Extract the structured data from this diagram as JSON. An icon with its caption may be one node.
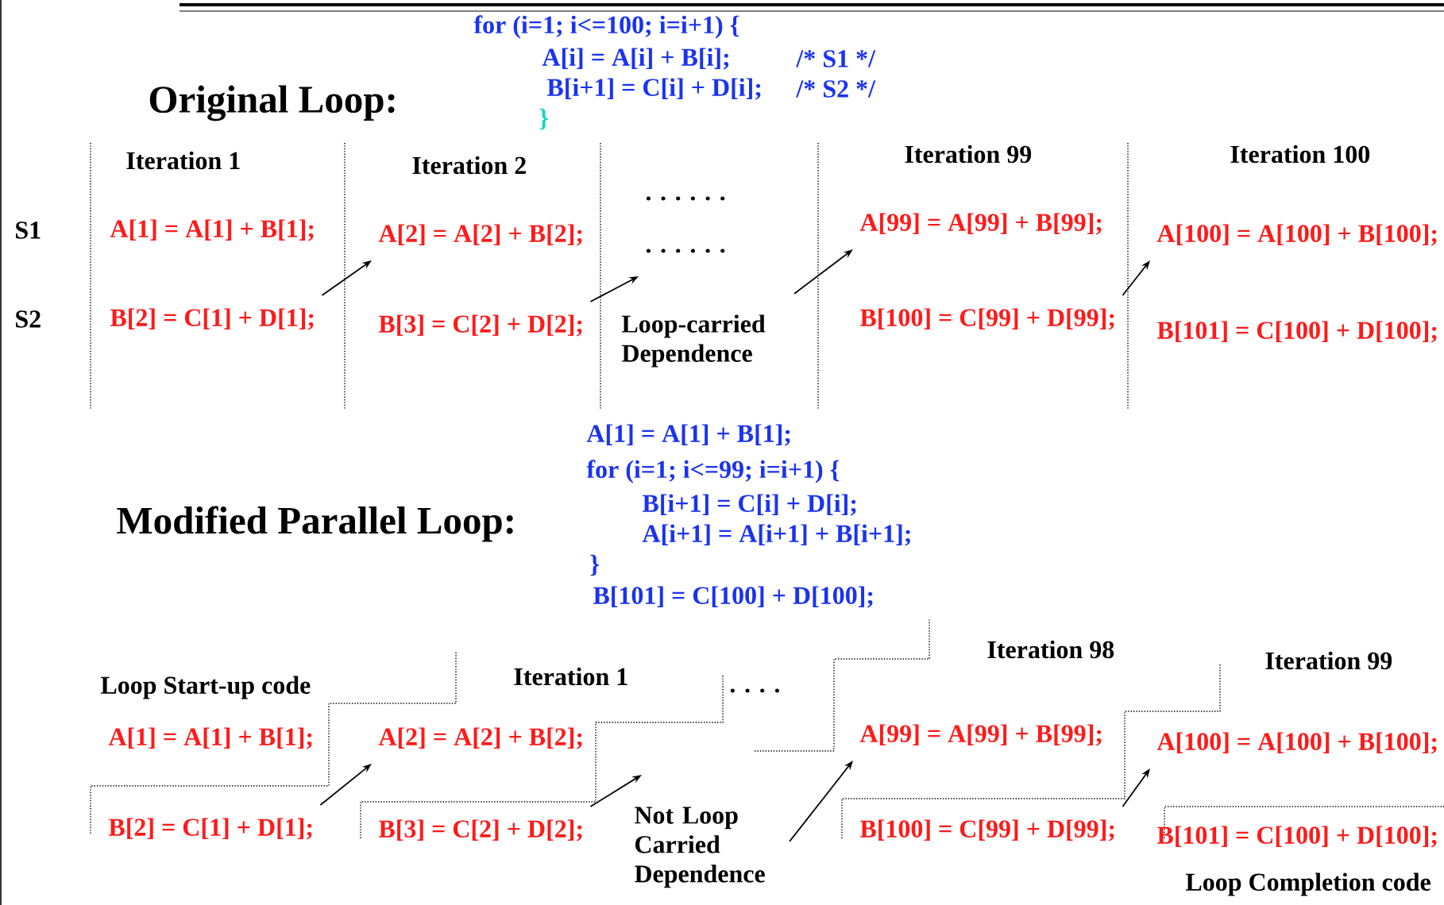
{
  "diagram": {
    "nodes": [
      {
        "text": [
          "A[1] = A[1] + B[1];"
        ]
      },
      {
        "text": [
          "B[2] = C[1] + D[1];"
        ]
      },
      {
        "text": [
          "A[2] = A[2] + B[2];"
        ]
      },
      {
        "text": [
          "B[3] = C[2] + D[2];"
        ]
      },
      {
        "text": [
          ". . . . . ."
        ]
      },
      {
        "text": [
          "A[99] = A[99] + B[99];"
        ]
      },
      {
        "text": [
          "B[100] = C[99] + D[99];"
        ]
      },
      {
        "text": [
          "A[100] = A[100] + B[100];"
        ]
      },
      {
        "text": [
          "B[101] = C[100] + D[100];"
        ]
      },
      {
        "text": [
          "A[1] = A[1] + B[1];"
        ]
      },
      {
        "text": [
          "B[2] = C[1] + D[1];"
        ]
      },
      {
        "text": [
          "A[2] = A[2] + B[2];"
        ]
      },
      {
        "text": [
          "B[3] = C[2] + D[2];"
        ]
      },
      {
        "text": [
          "A[99] = A[99] + B[99];"
        ]
      },
      {
        "text": [
          "B[100] = C[99] + D[99];"
        ]
      },
      {
        "text": [
          "A[100] = A[100] + B[100];"
        ]
      },
      {
        "text": [
          "B[101] = C[100] + D[100];"
        ]
      }
    ],
    "edges": [
      {
        "from": 1,
        "to": 2,
        "arrow": "to"
      },
      {
        "from": 3,
        "to": 4,
        "arrow": "to"
      },
      {
        "from": null,
        "to": 5,
        "arrow": "to"
      },
      {
        "from": 6,
        "to": 7,
        "arrow": "to"
      },
      {
        "from": 10,
        "to": 11,
        "arrow": "to"
      },
      {
        "from": 12,
        "to": null,
        "arrow": "to"
      },
      {
        "from": null,
        "to": 13,
        "arrow": "to"
      },
      {
        "from": 14,
        "to": 15,
        "arrow": "to"
      }
    ],
    "labels": [
      "Original Loop:",
      "for (i=1; i<=100; i=i+1) {",
      "A[i] = A[i] + B[i];",
      "/*  S1  */",
      "B[i+1] = C[i] + D[i];",
      "/*  S2  */",
      "}",
      "Iteration 1",
      "Iteration 2",
      ". . . . . .",
      "Iteration 99",
      "Iteration 100",
      "S1",
      "S2",
      "Loop-carried Dependence",
      "A[1] = A[1] + B[1];",
      "for (i=1; i<=99; i=i+1)  {",
      "B[i+1] = C[i] + D[i];",
      "A[i+1] = A[i+1] + B[i+1];",
      "}",
      "B[101] = C[100] + D[100];",
      "Modified Parallel Loop:",
      "Loop Start-up code",
      "Iteration 1",
      ". . . .",
      "Iteration 98",
      "Iteration 99",
      "Not Loop Carried Dependence",
      "Loop Completion code"
    ]
  }
}
